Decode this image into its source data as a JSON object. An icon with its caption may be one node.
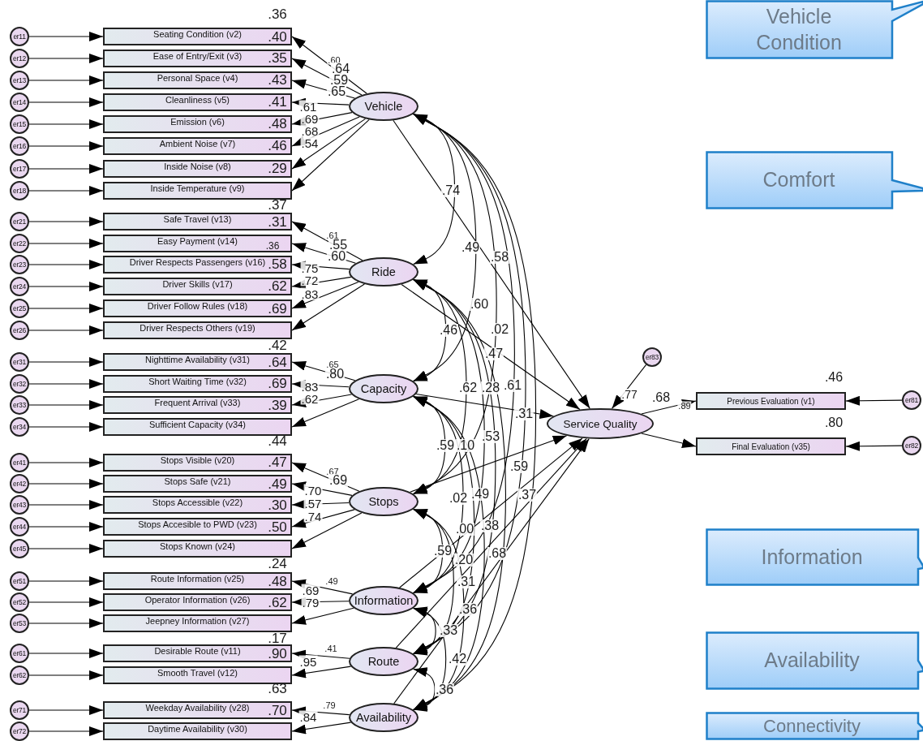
{
  "diagram": {
    "nodes": [
      {
        "text": [
          "er11"
        ]
      },
      {
        "text": [
          "er12"
        ]
      },
      {
        "text": [
          "er13"
        ]
      },
      {
        "text": [
          "er14"
        ]
      },
      {
        "text": [
          "er15"
        ]
      },
      {
        "text": [
          "er16"
        ]
      },
      {
        "text": [
          "er17"
        ]
      },
      {
        "text": [
          "er18"
        ]
      },
      {
        "text": [
          "er21"
        ]
      },
      {
        "text": [
          "er22"
        ]
      },
      {
        "text": [
          "er23"
        ]
      },
      {
        "text": [
          "er24"
        ]
      },
      {
        "text": [
          "er25"
        ]
      },
      {
        "text": [
          "er26"
        ]
      },
      {
        "text": [
          "er31"
        ]
      },
      {
        "text": [
          "er32"
        ]
      },
      {
        "text": [
          "er33"
        ]
      },
      {
        "text": [
          "er34"
        ]
      },
      {
        "text": [
          "er41"
        ]
      },
      {
        "text": [
          "er42"
        ]
      },
      {
        "text": [
          "er43"
        ]
      },
      {
        "text": [
          "er44"
        ]
      },
      {
        "text": [
          "er45"
        ]
      },
      {
        "text": [
          "er51"
        ]
      },
      {
        "text": [
          "er52"
        ]
      },
      {
        "text": [
          "er53"
        ]
      },
      {
        "text": [
          "er61"
        ]
      },
      {
        "text": [
          "er62"
        ]
      },
      {
        "text": [
          "er71"
        ]
      },
      {
        "text": [
          "er72"
        ]
      },
      {
        "text": [
          "Seating Condition (v2)"
        ]
      },
      {
        "text": [
          "Ease of Entry/Exit (v3)"
        ]
      },
      {
        "text": [
          "Personal Space (v4)"
        ]
      },
      {
        "text": [
          "Cleanliness (v5)"
        ]
      },
      {
        "text": [
          "Emission (v6)"
        ]
      },
      {
        "text": [
          "Ambient Noise (v7)"
        ]
      },
      {
        "text": [
          "Inside Noise (v8)"
        ]
      },
      {
        "text": [
          "Inside Temperature (v9)"
        ]
      },
      {
        "text": [
          "Safe Travel (v13)"
        ]
      },
      {
        "text": [
          "Easy Payment (v14)"
        ]
      },
      {
        "text": [
          "Driver Respects Passengers (v16)"
        ]
      },
      {
        "text": [
          "Driver Skills (v17)"
        ]
      },
      {
        "text": [
          "Driver Follow Rules (v18)"
        ]
      },
      {
        "text": [
          "Driver Respects Others (v19)"
        ]
      },
      {
        "text": [
          "Nighttime Availability (v31)"
        ]
      },
      {
        "text": [
          "Short Waiting Time (v32)"
        ]
      },
      {
        "text": [
          "Frequent Arrival (v33)"
        ]
      },
      {
        "text": [
          "Sufficient Capacity (v34)"
        ]
      },
      {
        "text": [
          "Stops Visible (v20)"
        ]
      },
      {
        "text": [
          "Stops Safe (v21)"
        ]
      },
      {
        "text": [
          "Stops Accessible (v22)"
        ]
      },
      {
        "text": [
          "Stops Accesible to PWD (v23)"
        ]
      },
      {
        "text": [
          "Stops Known (v24)"
        ]
      },
      {
        "text": [
          "Route Information (v25)"
        ]
      },
      {
        "text": [
          "Operator Information (v26)"
        ]
      },
      {
        "text": [
          "Jeepney Information (v27)"
        ]
      },
      {
        "text": [
          "Desirable Route (v11)"
        ]
      },
      {
        "text": [
          "Smooth Travel (v12)"
        ]
      },
      {
        "text": [
          "Weekday Availability (v28)"
        ]
      },
      {
        "text": [
          "Daytime Availability (v30)"
        ]
      },
      {
        "text": [
          "Vehicle"
        ]
      },
      {
        "text": [
          "Ride"
        ]
      },
      {
        "text": [
          "Capacity"
        ]
      },
      {
        "text": [
          "Stops"
        ]
      },
      {
        "text": [
          "Information"
        ]
      },
      {
        "text": [
          "Route"
        ]
      },
      {
        "text": [
          "Availability"
        ]
      },
      {
        "text": [
          "er83"
        ]
      },
      {
        "text": [
          "Service Quality"
        ]
      },
      {
        "text": [
          "Previous Evaluation (v1)"
        ]
      },
      {
        "text": [
          "Final Evaluation (v35)"
        ]
      },
      {
        "text": [
          "er81"
        ]
      },
      {
        "text": [
          "er82"
        ]
      },
      {
        "text": [
          "Vehicle Condition"
        ]
      },
      {
        "text": [
          "Comfort"
        ]
      },
      {
        "text": [
          "Information"
        ]
      },
      {
        "text": [
          "Availability"
        ]
      },
      {
        "text": [
          "Connectivity"
        ]
      }
    ],
    "edges": [
      {
        "from": 0,
        "to": 30,
        "arrow": "to"
      },
      {
        "from": 1,
        "to": 31,
        "arrow": "to"
      },
      {
        "from": 2,
        "to": 32,
        "arrow": "to"
      },
      {
        "from": 3,
        "to": 33,
        "arrow": "to"
      },
      {
        "from": 4,
        "to": 34,
        "arrow": "to"
      },
      {
        "from": 5,
        "to": 35,
        "arrow": "to"
      },
      {
        "from": 6,
        "to": 36,
        "arrow": "to"
      },
      {
        "from": 7,
        "to": 37,
        "arrow": "to"
      },
      {
        "from": 8,
        "to": 38,
        "arrow": "to"
      },
      {
        "from": 9,
        "to": 39,
        "arrow": "to"
      },
      {
        "from": 10,
        "to": 40,
        "arrow": "to"
      },
      {
        "from": 11,
        "to": 41,
        "arrow": "to"
      },
      {
        "from": 12,
        "to": 42,
        "arrow": "to"
      },
      {
        "from": 13,
        "to": 43,
        "arrow": "to"
      },
      {
        "from": 14,
        "to": 44,
        "arrow": "to"
      },
      {
        "from": 15,
        "to": 45,
        "arrow": "to"
      },
      {
        "from": 16,
        "to": 46,
        "arrow": "to"
      },
      {
        "from": 17,
        "to": 47,
        "arrow": "to"
      },
      {
        "from": 18,
        "to": 48,
        "arrow": "to"
      },
      {
        "from": 19,
        "to": 49,
        "arrow": "to"
      },
      {
        "from": 20,
        "to": 50,
        "arrow": "to"
      },
      {
        "from": 21,
        "to": 51,
        "arrow": "to"
      },
      {
        "from": 22,
        "to": 52,
        "arrow": "to"
      },
      {
        "from": 23,
        "to": 53,
        "arrow": "to"
      },
      {
        "from": 24,
        "to": 54,
        "arrow": "to"
      },
      {
        "from": 25,
        "to": 55,
        "arrow": "to"
      },
      {
        "from": 26,
        "to": 56,
        "arrow": "to"
      },
      {
        "from": 27,
        "to": 57,
        "arrow": "to"
      },
      {
        "from": 28,
        "to": 58,
        "arrow": "to"
      },
      {
        "from": 29,
        "to": 59,
        "arrow": "to"
      },
      {
        "from": 60,
        "to": 30,
        "arrow": "to"
      },
      {
        "from": 60,
        "to": 31,
        "arrow": "to"
      },
      {
        "from": 60,
        "to": 32,
        "arrow": "to"
      },
      {
        "from": 60,
        "to": 33,
        "arrow": "to"
      },
      {
        "from": 60,
        "to": 34,
        "arrow": "to"
      },
      {
        "from": 60,
        "to": 35,
        "arrow": "to"
      },
      {
        "from": 60,
        "to": 36,
        "arrow": "to"
      },
      {
        "from": 60,
        "to": 37,
        "arrow": "to"
      },
      {
        "from": 61,
        "to": 38,
        "arrow": "to"
      },
      {
        "from": 61,
        "to": 39,
        "arrow": "to"
      },
      {
        "from": 61,
        "to": 40,
        "arrow": "to"
      },
      {
        "from": 61,
        "to": 41,
        "arrow": "to"
      },
      {
        "from": 61,
        "to": 42,
        "arrow": "to"
      },
      {
        "from": 61,
        "to": 43,
        "arrow": "to"
      },
      {
        "from": 62,
        "to": 44,
        "arrow": "to"
      },
      {
        "from": 62,
        "to": 45,
        "arrow": "to"
      },
      {
        "from": 62,
        "to": 46,
        "arrow": "to"
      },
      {
        "from": 62,
        "to": 47,
        "arrow": "to"
      },
      {
        "from": 63,
        "to": 48,
        "arrow": "to"
      },
      {
        "from": 63,
        "to": 49,
        "arrow": "to"
      },
      {
        "from": 63,
        "to": 50,
        "arrow": "to"
      },
      {
        "from": 63,
        "to": 51,
        "arrow": "to"
      },
      {
        "from": 63,
        "to": 52,
        "arrow": "to"
      },
      {
        "from": 64,
        "to": 53,
        "arrow": "to"
      },
      {
        "from": 64,
        "to": 54,
        "arrow": "to"
      },
      {
        "from": 64,
        "to": 55,
        "arrow": "to"
      },
      {
        "from": 65,
        "to": 56,
        "arrow": "to"
      },
      {
        "from": 65,
        "to": 57,
        "arrow": "to"
      },
      {
        "from": 66,
        "to": 58,
        "arrow": "to"
      },
      {
        "from": 66,
        "to": 59,
        "arrow": "to"
      },
      {
        "from": 60,
        "to": 68,
        "arrow": "to"
      },
      {
        "from": 61,
        "to": 68,
        "arrow": "to"
      },
      {
        "from": 62,
        "to": 68,
        "arrow": "to"
      },
      {
        "from": 63,
        "to": 68,
        "arrow": "to"
      },
      {
        "from": 64,
        "to": 68,
        "arrow": "to"
      },
      {
        "from": 65,
        "to": 68,
        "arrow": "to"
      },
      {
        "from": 66,
        "to": 68,
        "arrow": "to"
      },
      {
        "from": 60,
        "to": 61,
        "arrow": "both"
      },
      {
        "from": 60,
        "to": 62,
        "arrow": "both"
      },
      {
        "from": 60,
        "to": 63,
        "arrow": "both"
      },
      {
        "from": 60,
        "to": 64,
        "arrow": "both"
      },
      {
        "from": 60,
        "to": 65,
        "arrow": "both"
      },
      {
        "from": 60,
        "to": 66,
        "arrow": "both"
      },
      {
        "from": 61,
        "to": 62,
        "arrow": "both"
      },
      {
        "from": 61,
        "to": 63,
        "arrow": "both"
      },
      {
        "from": 61,
        "to": 64,
        "arrow": "both"
      },
      {
        "from": 61,
        "to": 65,
        "arrow": "both"
      },
      {
        "from": 61,
        "to": 66,
        "arrow": "both"
      },
      {
        "from": 62,
        "to": 63,
        "arrow": "both"
      },
      {
        "from": 62,
        "to": 64,
        "arrow": "both"
      },
      {
        "from": 62,
        "to": 65,
        "arrow": "both"
      },
      {
        "from": 62,
        "to": 66,
        "arrow": "both"
      },
      {
        "from": 63,
        "to": 64,
        "arrow": "both"
      },
      {
        "from": 63,
        "to": 65,
        "arrow": "both"
      },
      {
        "from": 63,
        "to": 66,
        "arrow": "both"
      },
      {
        "from": 64,
        "to": 65,
        "arrow": "both"
      },
      {
        "from": 64,
        "to": 66,
        "arrow": "both"
      },
      {
        "from": 65,
        "to": 66,
        "arrow": "both"
      },
      {
        "from": 67,
        "to": 68,
        "arrow": "to"
      },
      {
        "from": 68,
        "to": 69,
        "arrow": "to"
      },
      {
        "from": 68,
        "to": 70,
        "arrow": "to"
      },
      {
        "from": 71,
        "to": 69,
        "arrow": "to"
      },
      {
        "from": 72,
        "to": 70,
        "arrow": "to"
      }
    ],
    "labels": [
      ".36",
      ".40",
      ".35",
      ".43",
      ".41",
      ".48",
      ".46",
      ".29",
      ".37",
      ".60",
      ".64",
      ".59",
      ".65",
      ".61",
      ".69",
      ".68",
      ".54",
      ".31",
      ".36",
      ".58",
      ".62",
      ".69",
      ".42",
      ".61",
      ".55",
      ".60",
      ".75",
      ".72",
      ".83",
      ".64",
      ".69",
      ".39",
      ".44",
      ".65",
      ".80",
      ".83",
      ".62",
      ".47",
      ".49",
      ".30",
      ".50",
      ".24",
      ".67",
      ".69",
      ".70",
      ".57",
      ".74",
      ".48",
      ".62",
      ".17",
      ".49",
      ".69",
      ".79",
      ".90",
      ".63",
      ".41",
      ".95",
      ".70",
      ".79",
      ".84",
      ".74",
      ".49",
      ".58",
      ".60",
      ".46",
      ".02",
      ".47",
      ".62",
      ".28",
      ".61",
      ".31",
      ".53",
      ".59",
      ".10",
      ".59",
      ".02",
      ".49",
      ".37",
      ".00",
      ".38",
      ".59",
      ".20",
      ".68",
      ".31",
      ".36",
      ".33",
      ".42",
      ".36",
      ".77",
      ".68",
      ".89",
      ".46",
      ".80"
    ]
  }
}
